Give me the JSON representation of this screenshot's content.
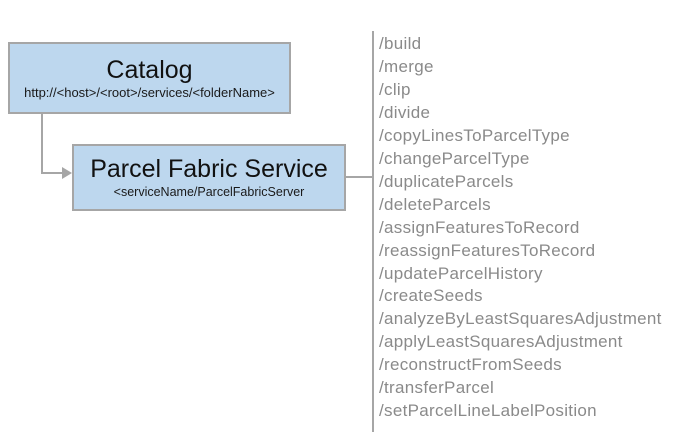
{
  "diagram": {
    "catalog_box": {
      "title": "Catalog",
      "subtitle": "http://<host>/<root>/services/<folderName>"
    },
    "service_box": {
      "title": "Parcel Fabric Service",
      "subtitle": "<serviceName/ParcelFabricServer"
    },
    "endpoints": [
      "/build",
      "/merge",
      "/clip",
      "/divide",
      "/copyLinesToParcelType",
      "/changeParcelType",
      "/duplicateParcels",
      "/deleteParcels",
      "/assignFeaturesToRecord",
      "/reassignFeaturesToRecord",
      "/updateParcelHistory",
      "/createSeeds",
      "/analyzeByLeastSquaresAdjustment",
      "/applyLeastSquaresAdjustment",
      "/reconstructFromSeeds",
      "/transferParcel",
      "/setParcelLineLabelPosition"
    ],
    "colors": {
      "box_fill": "#bdd7ee",
      "box_border": "#a6a6a6",
      "connector_line": "#a6a6a6",
      "endpoint_text": "#8a8a8a",
      "box_text": "#111111"
    }
  }
}
